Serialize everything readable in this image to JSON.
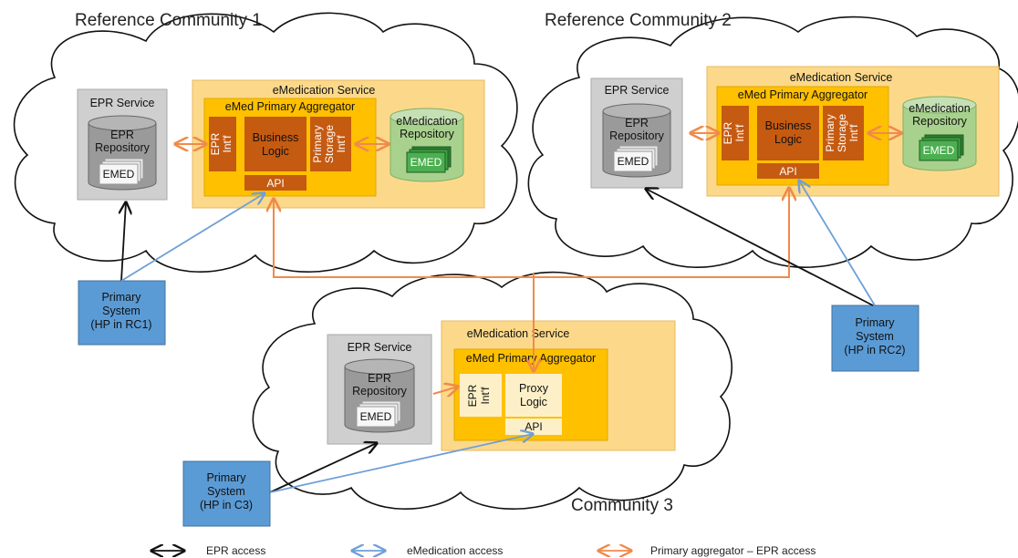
{
  "communities": [
    {
      "title": "Reference Community 1",
      "epr_service": {
        "title": "EPR Service",
        "repository_lines": [
          "EPR",
          "Repository"
        ],
        "doc_label": "EMED"
      },
      "emedication_service": {
        "title": "eMedication Service",
        "aggregator": {
          "title": "eMed Primary Aggregator",
          "epr_interface": [
            "EPR",
            "Int'f"
          ],
          "logic": [
            "Business",
            "Logic"
          ],
          "storage_interface": [
            "Primary",
            "Storage",
            "Int'f"
          ],
          "api": "API"
        },
        "repository": {
          "lines": [
            "eMedication",
            "Repository"
          ],
          "doc_label": "EMED"
        }
      },
      "primary_system": [
        "Primary",
        "System",
        "(HP in RC1)"
      ]
    },
    {
      "title": "Reference Community 2",
      "epr_service": {
        "title": "EPR Service",
        "repository_lines": [
          "EPR",
          "Repository"
        ],
        "doc_label": "EMED"
      },
      "emedication_service": {
        "title": "eMedication Service",
        "aggregator": {
          "title": "eMed Primary Aggregator",
          "epr_interface": [
            "EPR",
            "Int'f"
          ],
          "logic": [
            "Business",
            "Logic"
          ],
          "storage_interface": [
            "Primary",
            "Storage",
            "Int'f"
          ],
          "api": "API"
        },
        "repository": {
          "lines": [
            "eMedication",
            "Repository"
          ],
          "doc_label": "EMED"
        }
      },
      "primary_system": [
        "Primary",
        "System",
        "(HP in RC2)"
      ]
    },
    {
      "title": "Community 3",
      "epr_service": {
        "title": "EPR Service",
        "repository_lines": [
          "EPR",
          "Repository"
        ],
        "doc_label": "EMED"
      },
      "emedication_service": {
        "title": "eMedication Service",
        "aggregator": {
          "title": "eMed Primary Aggregator",
          "epr_interface": [
            "EPR",
            "Int'f"
          ],
          "logic": [
            "Proxy",
            "Logic"
          ],
          "api": "API"
        }
      },
      "primary_system": [
        "Primary",
        "System",
        "(HP in C3)"
      ]
    }
  ],
  "legend": [
    {
      "label": "EPR access",
      "color": "#111111"
    },
    {
      "label": "eMedication access",
      "color": "#6f9fd8"
    },
    {
      "label": "Primary aggregator – EPR access",
      "color": "#f08a4b"
    }
  ],
  "colors": {
    "epr_service_bg": "#cfcfcf",
    "emedication_service_bg": "#fcd98a",
    "aggregator_bg": "#ffc000",
    "component_bg": "#c55a11",
    "c3_component_bg": "#fdf0c8",
    "repository_green": "#92d050",
    "primary_system_bg": "#5b9bd5",
    "epr_access": "#111111",
    "emedication_access": "#6f9fd8",
    "aggregator_access": "#f08a4b"
  }
}
